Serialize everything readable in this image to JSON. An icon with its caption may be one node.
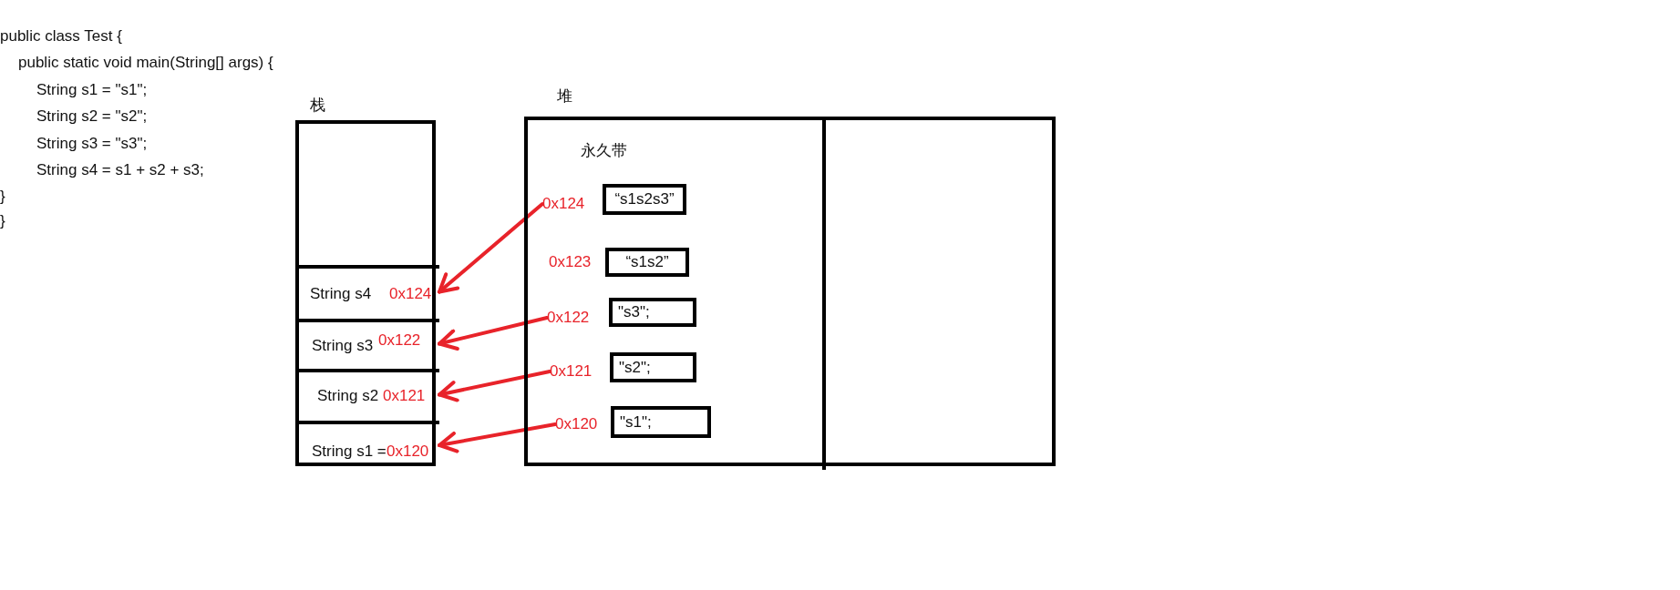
{
  "diagram": {
    "nodes": [
      {
        "text": [
          "栈"
        ]
      },
      {
        "text": [
          "String s4",
          "0x124"
        ],
        "in": 0
      },
      {
        "text": [
          "String s3",
          "0x122"
        ],
        "in": 0
      },
      {
        "text": [
          "String s2",
          "0x121"
        ],
        "in": 0
      },
      {
        "text": [
          "String s1 =",
          "0x120"
        ],
        "in": 0
      },
      {
        "text": [
          "堆"
        ]
      },
      {
        "text": [
          "永久带"
        ],
        "in": 5
      },
      {
        "text": [],
        "shape": "box",
        "in": 5
      },
      {
        "text": [
          "“s1s2s3”"
        ],
        "in": 6
      },
      {
        "text": [
          "“s1s2”"
        ],
        "in": 6,
        "beside": [
          "0x123"
        ]
      },
      {
        "text": [
          "\"s3\";"
        ],
        "in": 6
      },
      {
        "text": [
          "\"s2\";"
        ],
        "in": 6
      },
      {
        "text": [
          "\"s1\";"
        ],
        "in": 6
      },
      {
        "text": [
          "0x124"
        ],
        "in": 6
      },
      {
        "text": [
          "0x122"
        ],
        "in": 6
      },
      {
        "text": [
          "0x121"
        ],
        "in": 6
      },
      {
        "text": [
          "0x120"
        ],
        "in": 6
      }
    ],
    "edges": [
      {
        "from": 13,
        "to": 1,
        "arrow": "to"
      },
      {
        "from": 14,
        "to": 2,
        "arrow": "to"
      },
      {
        "from": 15,
        "to": 3,
        "arrow": "to"
      },
      {
        "from": 16,
        "to": 4,
        "arrow": "to"
      }
    ],
    "labels": [
      "public class Test {",
      "public static void main(String[] args) {",
      "String s1 = \"s1\";",
      "String s2 = \"s2\";",
      "String s3 = \"s3\";",
      "String s4 = s1 + s2 + s3;",
      "}",
      "}"
    ]
  }
}
